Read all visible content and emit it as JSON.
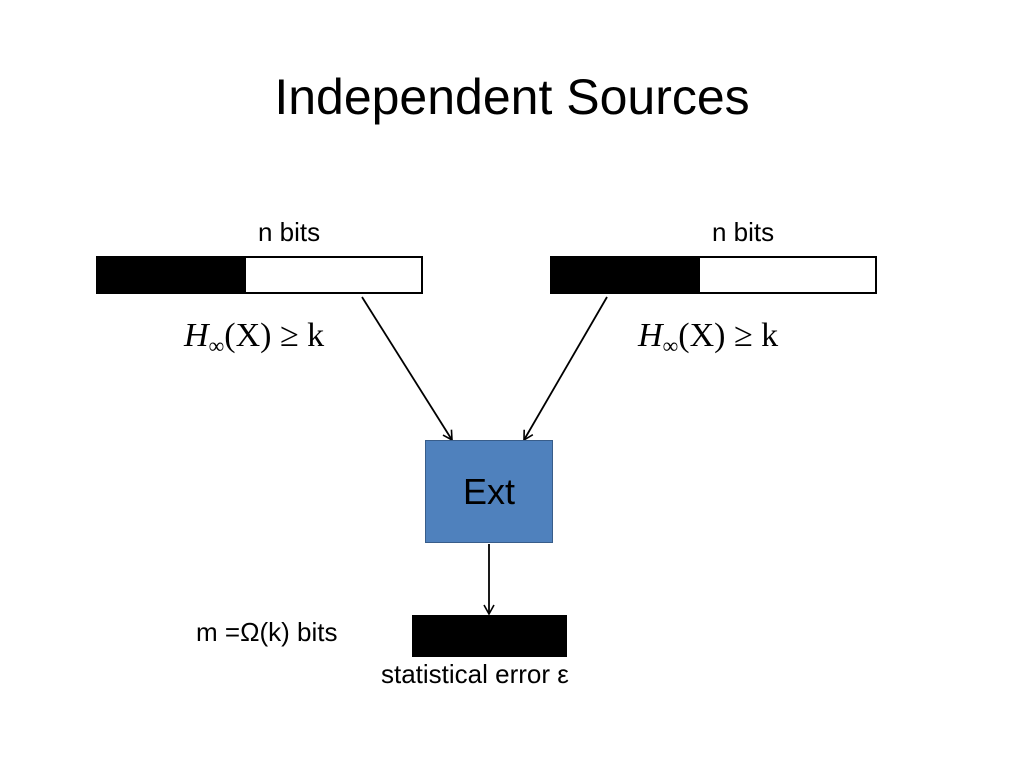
{
  "slide": {
    "title": "Independent Sources"
  },
  "left_source": {
    "length_label": "n bits",
    "entropy": {
      "H": "H",
      "sub": "∞",
      "rest": "(X) ≥ k"
    }
  },
  "right_source": {
    "length_label": "n bits",
    "entropy": {
      "H": "H",
      "sub": "∞",
      "rest": "(X) ≥ k"
    }
  },
  "extractor": {
    "label": "Ext",
    "color": "#4f81bd"
  },
  "output": {
    "length_label": "m =Ω(k) bits",
    "error_label": "statistical error ε"
  }
}
